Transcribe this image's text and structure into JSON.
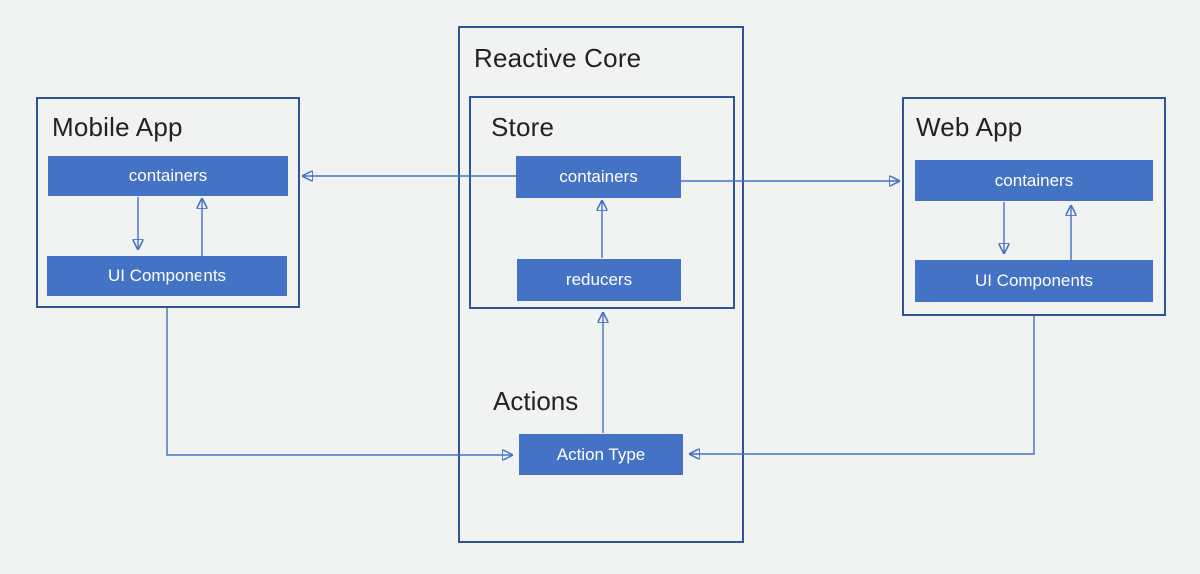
{
  "colors": {
    "background": "#f1f2f2",
    "group_border": "#2f5496",
    "node_fill": "#4472c4",
    "node_text": "#ffffff",
    "title_text": "#222222",
    "connector": "#4472c4"
  },
  "diagram": {
    "reactive_core": {
      "title": "Reactive Core"
    },
    "mobile_app": {
      "title": "Mobile App",
      "nodes": {
        "containers": "containers",
        "ui_components": "UI Components"
      }
    },
    "store": {
      "title": "Store",
      "nodes": {
        "containers": "containers",
        "reducers": "reducers"
      }
    },
    "web_app": {
      "title": "Web App",
      "nodes": {
        "containers": "containers",
        "ui_components": "UI Components"
      }
    },
    "actions": {
      "title": "Actions",
      "node": "Action Type"
    }
  }
}
